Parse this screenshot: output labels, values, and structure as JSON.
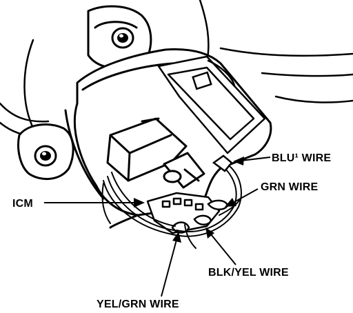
{
  "labels": {
    "blu_wire": "BLU¹ WIRE",
    "grn_wire": "GRN WIRE",
    "icm": "ICM",
    "blk_yel_wire": "BLK/YEL WIRE",
    "yel_grn_wire": "YEL/GRN WIRE"
  },
  "colors": {
    "ink": "#000000",
    "paper": "#ffffff"
  }
}
